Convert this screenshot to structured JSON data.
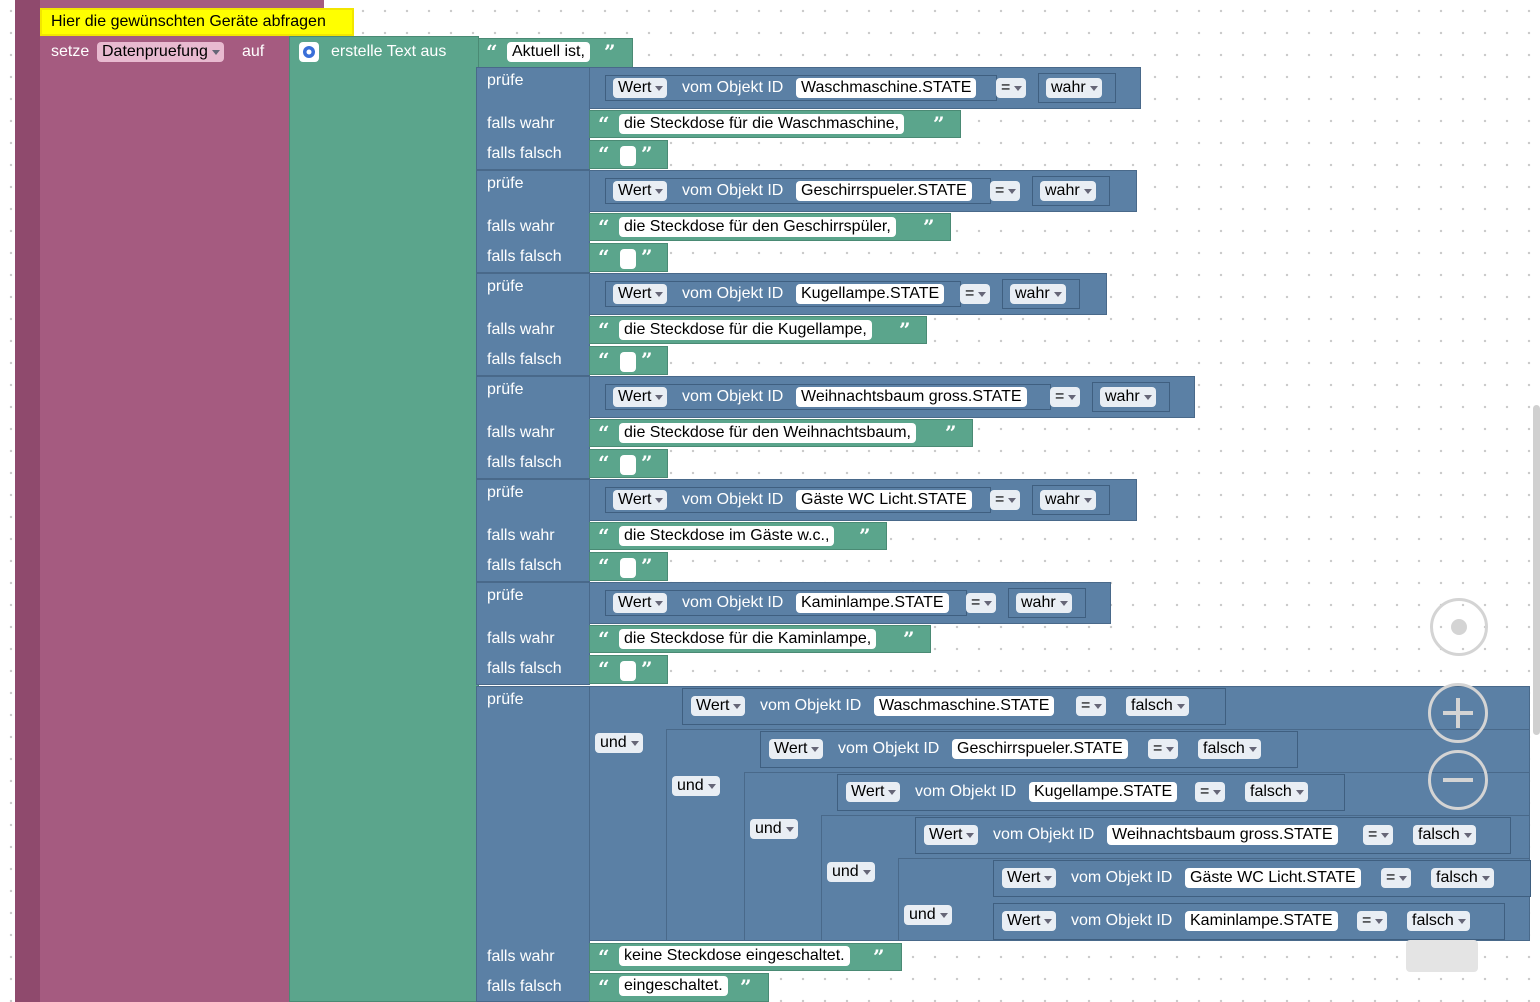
{
  "comment": {
    "text": "Hier die gewünschten Geräte abfragen"
  },
  "set_block": {
    "label_setze": "setze",
    "variable": "Datenpruefung",
    "label_auf": "auf",
    "label_create_text": "erstelle Text aus",
    "first_text": "Aktuell ist,"
  },
  "labels": {
    "check": "prüfe",
    "if_true": "falls wahr",
    "if_false": "falls falsch",
    "value": "Wert",
    "of_object": "vom Objekt ID",
    "eq": "="
  },
  "checks": [
    {
      "object": "Waschmaschine.STATE",
      "compare": "wahr",
      "true_text": "die Steckdose für die Waschmaschine,"
    },
    {
      "object": "Geschirrspueler.STATE",
      "compare": "wahr",
      "true_text": "die Steckdose für den Geschirrspüler,"
    },
    {
      "object": "Kugellampe.STATE",
      "compare": "wahr",
      "true_text": "die Steckdose für die Kugellampe,"
    },
    {
      "object": "Weihnachtsbaum gross.STATE",
      "compare": "wahr",
      "true_text": "die Steckdose für den Weihnachtsbaum,"
    },
    {
      "object": "Gäste WC Licht.STATE",
      "compare": "wahr",
      "true_text": "die Steckdose im Gäste w.c.,"
    },
    {
      "object": "Kaminlampe.STATE",
      "compare": "wahr",
      "true_text": "die Steckdose für die Kaminlampe,"
    }
  ],
  "final_check": {
    "and_label": "und",
    "conditions": [
      {
        "object": "Waschmaschine.STATE",
        "compare": "falsch"
      },
      {
        "object": "Geschirrspueler.STATE",
        "compare": "falsch"
      },
      {
        "object": "Kugellampe.STATE",
        "compare": "falsch"
      },
      {
        "object": "Weihnachtsbaum gross.STATE",
        "compare": "falsch"
      },
      {
        "object": "Gäste WC Licht.STATE",
        "compare": "falsch"
      },
      {
        "object": "Kaminlampe.STATE",
        "compare": "falsch"
      }
    ],
    "true_text": "keine Steckdose eingeschaltet.",
    "false_text": "eingeschaltet."
  },
  "controls": {
    "recenter": "crosshair-icon",
    "zoom_in": "plus-icon",
    "zoom_out": "minus-icon",
    "trash": "trash-icon"
  },
  "colors": {
    "text_block": "#5ba58c",
    "logic_block": "#5b80a5",
    "variable_block": "#a55b80",
    "comment": "#ffff00"
  }
}
